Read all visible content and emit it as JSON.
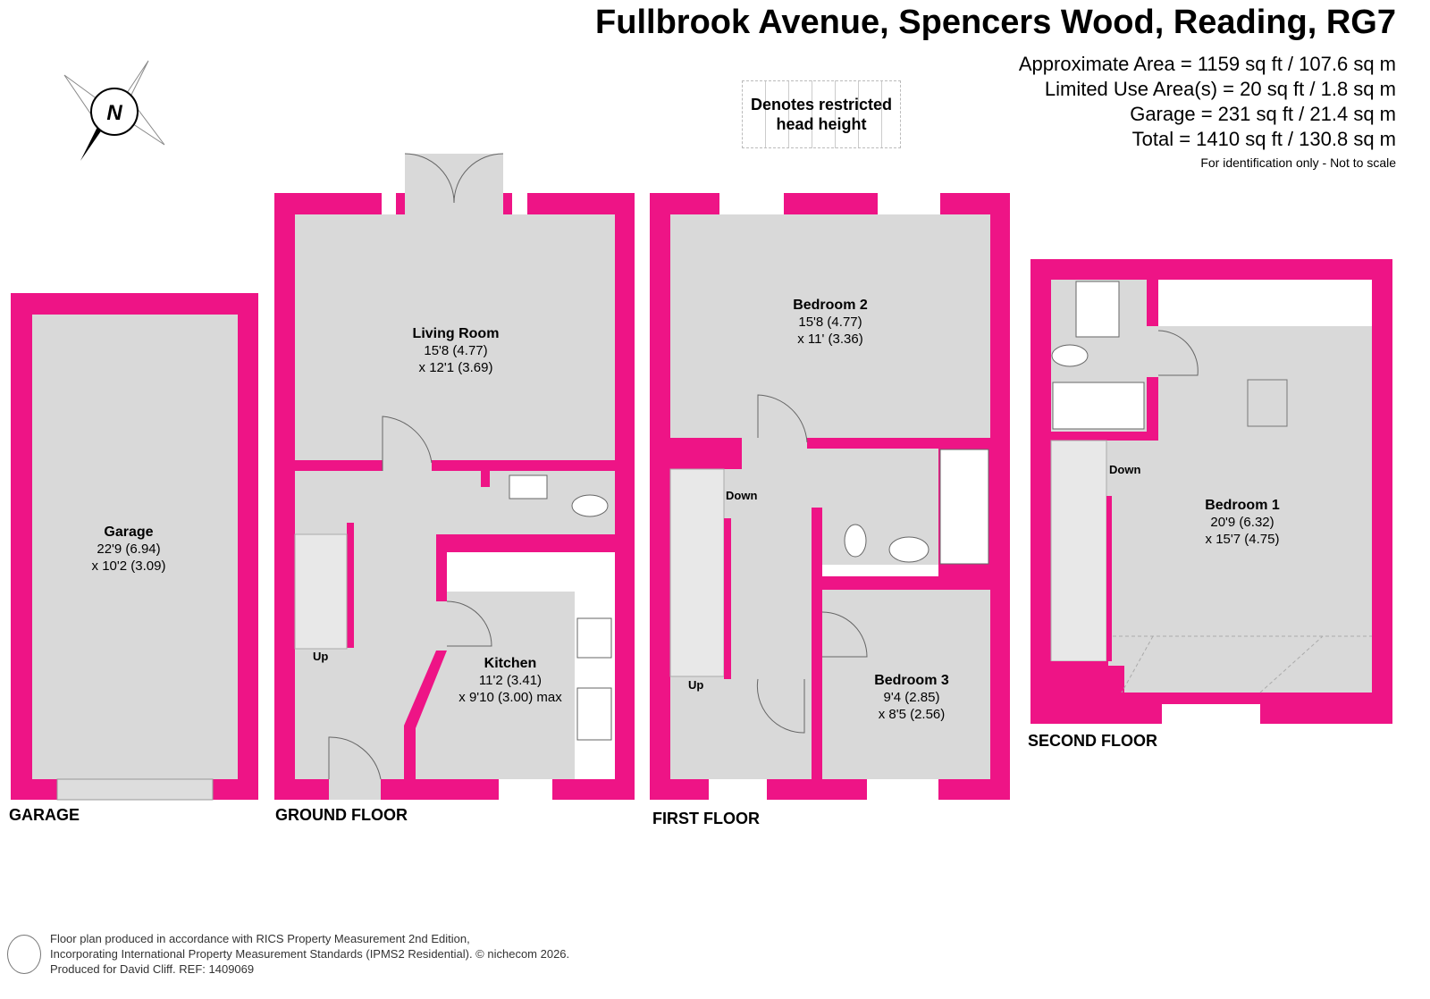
{
  "header": {
    "title": "Fullbrook Avenue, Spencers Wood, Reading, RG7",
    "areas": [
      "Approximate Area = 1159 sq ft / 107.6 sq m",
      "Limited Use Area(s) = 20 sq ft / 1.8 sq m",
      "Garage = 231 sq ft / 21.4 sq m",
      "Total = 1410 sq ft / 130.8 sq m"
    ],
    "note": "For identification only - Not to scale"
  },
  "legend": {
    "line1": "Denotes restricted",
    "line2": "head height"
  },
  "compass": {
    "label": "N"
  },
  "floors": {
    "garage": "GARAGE",
    "ground": "GROUND FLOOR",
    "first": "FIRST FLOOR",
    "second": "SECOND FLOOR"
  },
  "rooms": {
    "garage": {
      "name": "Garage",
      "dim1": "22'9 (6.94)",
      "dim2": "x 10'2 (3.09)"
    },
    "living": {
      "name": "Living Room",
      "dim1": "15'8 (4.77)",
      "dim2": "x 12'1 (3.69)"
    },
    "kitchen": {
      "name": "Kitchen",
      "dim1": "11'2 (3.41)",
      "dim2": "x 9'10 (3.00) max"
    },
    "bedroom2": {
      "name": "Bedroom 2",
      "dim1": "15'8 (4.77)",
      "dim2": "x 11' (3.36)"
    },
    "bedroom3": {
      "name": "Bedroom 3",
      "dim1": "9'4 (2.85)",
      "dim2": "x 8'5 (2.56)"
    },
    "bedroom1": {
      "name": "Bedroom 1",
      "dim1": "20'9 (6.32)",
      "dim2": "x 15'7 (4.75)"
    }
  },
  "stairs": {
    "up": "Up",
    "down": "Down"
  },
  "footer": {
    "line1": "Floor plan produced in accordance with RICS Property Measurement 2nd Edition,",
    "line2": "Incorporating International Property Measurement Standards (IPMS2 Residential).   © nichecom 2026.",
    "line3a": "Produced for David Cliff.   REF:",
    "ref": "1409069"
  },
  "colors": {
    "wall": "#ee1486",
    "floor": "#d9d9d9"
  }
}
